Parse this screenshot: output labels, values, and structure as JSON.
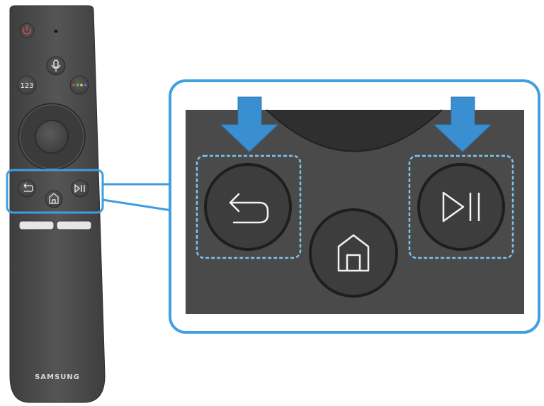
{
  "remote": {
    "brand": "SAMSUNG",
    "number_button_label": "123",
    "buttons": [
      {
        "name": "power",
        "icon": "power-icon"
      },
      {
        "name": "microphone",
        "icon": "microphone-icon"
      },
      {
        "name": "number-pad",
        "icon": "number-pad-icon"
      },
      {
        "name": "color",
        "icon": "color-dots-icon"
      },
      {
        "name": "direction-pad",
        "icon": "direction-pad-icon"
      },
      {
        "name": "select",
        "icon": "select-icon"
      },
      {
        "name": "return",
        "icon": "return-icon"
      },
      {
        "name": "smart-hub-home",
        "icon": "home-icon"
      },
      {
        "name": "play-pause",
        "icon": "play-pause-icon"
      }
    ]
  },
  "callout": {
    "highlighted_buttons": [
      "return",
      "play-pause"
    ],
    "colors": {
      "accent": "#3a8fd0",
      "frame": "#42a0e0",
      "remote_body": "#4c4c4c",
      "button_fill": "#3f3f3f"
    }
  }
}
